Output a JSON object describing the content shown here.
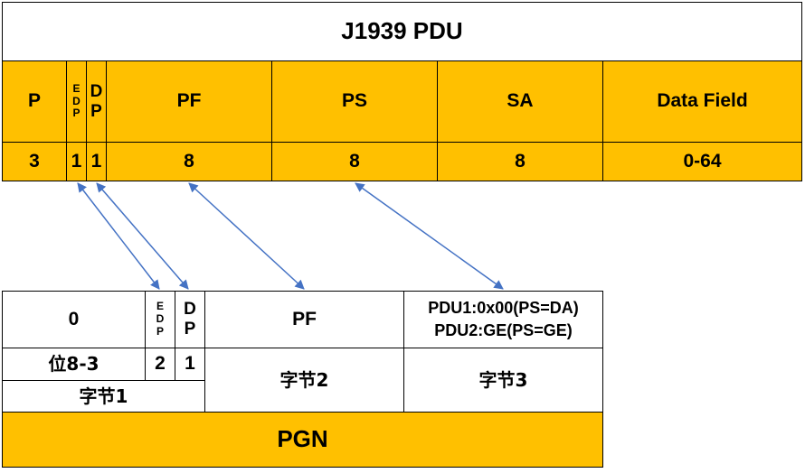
{
  "top_table": {
    "title": "J1939 PDU",
    "headers": {
      "p": "P",
      "edp": [
        "E",
        "D",
        "P"
      ],
      "dp": [
        "D",
        "P"
      ],
      "pf": "PF",
      "ps": "PS",
      "sa": "SA",
      "data_field": "Data Field"
    },
    "bits": {
      "p": "3",
      "edp": "1",
      "dp": "1",
      "pf": "8",
      "ps": "8",
      "sa": "8",
      "data_field": "0-64"
    }
  },
  "bottom_table": {
    "zero": "0",
    "edp": [
      "E",
      "D",
      "P"
    ],
    "dp": [
      "D",
      "P"
    ],
    "pf": "PF",
    "ps_line1": "PDU1:0x00(PS=DA)",
    "ps_line2": "PDU2:GE(PS=GE)",
    "bits_label": "位8-3",
    "edp_value": "2",
    "dp_value": "1",
    "byte1": "字节1",
    "byte2": "字节2",
    "byte3": "字节3",
    "pgn": "PGN"
  },
  "colors": {
    "gold": "#FFC000",
    "arrow": "#4472C4"
  }
}
